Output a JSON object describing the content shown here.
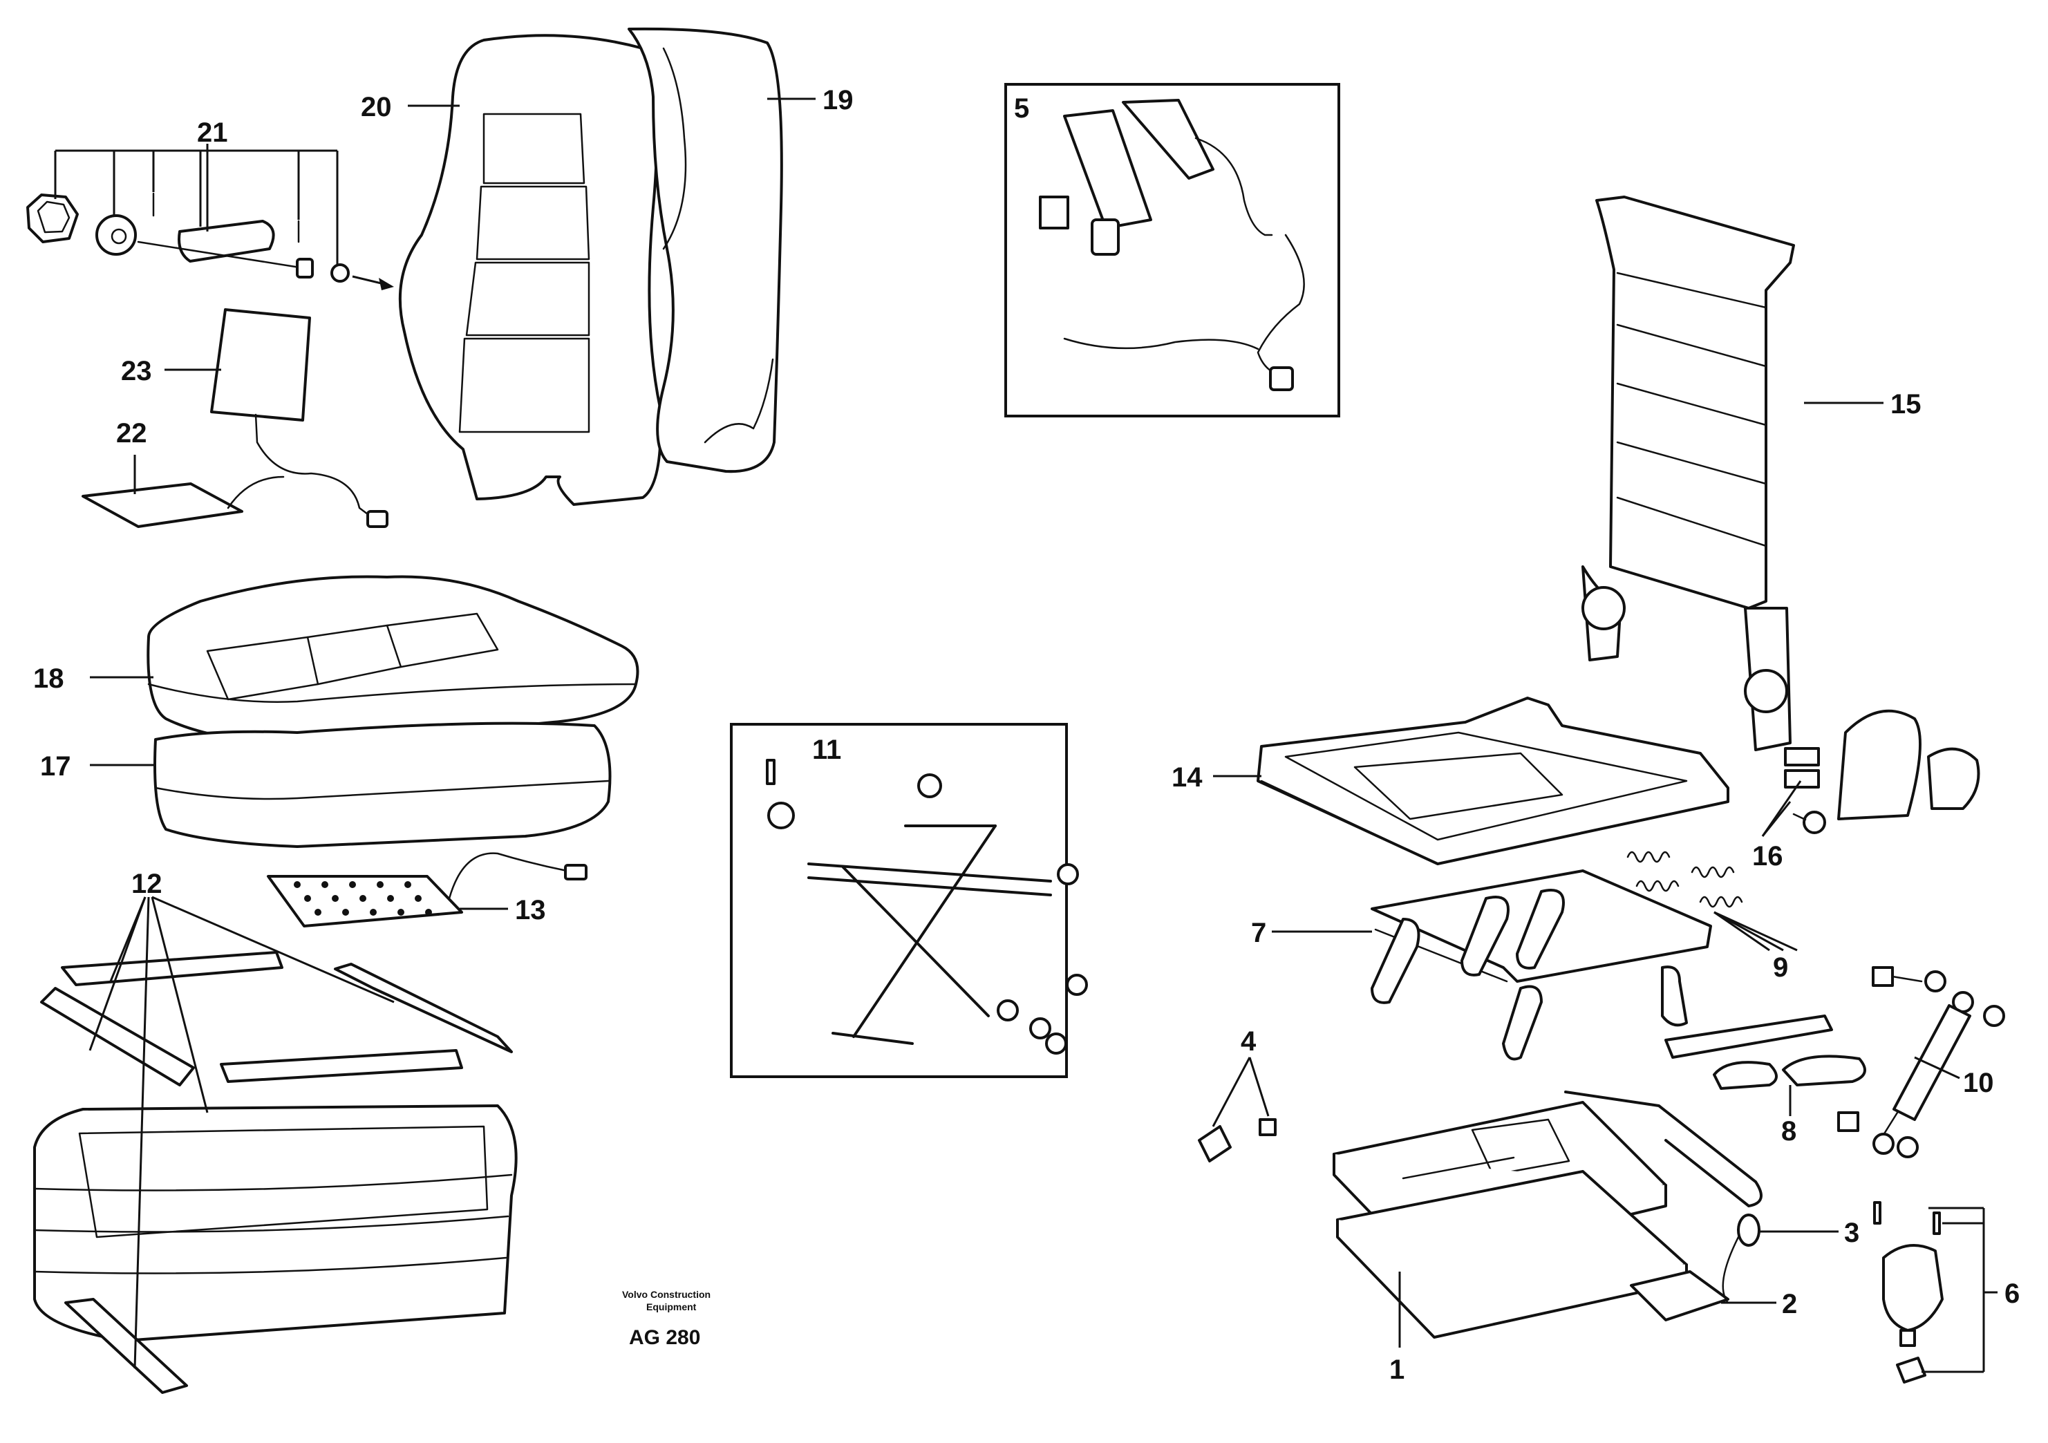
{
  "labels": {
    "p1": "1",
    "p2": "2",
    "p3": "3",
    "p4": "4",
    "p5": "5",
    "p6": "6",
    "p7": "7",
    "p8": "8",
    "p9": "9",
    "p10": "10",
    "p11": "11",
    "p12": "12",
    "p13": "13",
    "p14": "14",
    "p15": "15",
    "p16": "16",
    "p17": "17",
    "p18": "18",
    "p19": "19",
    "p20": "20",
    "p21": "21",
    "p22": "22",
    "p23": "23"
  },
  "credit": {
    "line1": "Volvo Construction",
    "line2": "Equipment",
    "code": "AG 280"
  },
  "colors": {
    "ink": "#111111",
    "paper": "#ffffff"
  }
}
